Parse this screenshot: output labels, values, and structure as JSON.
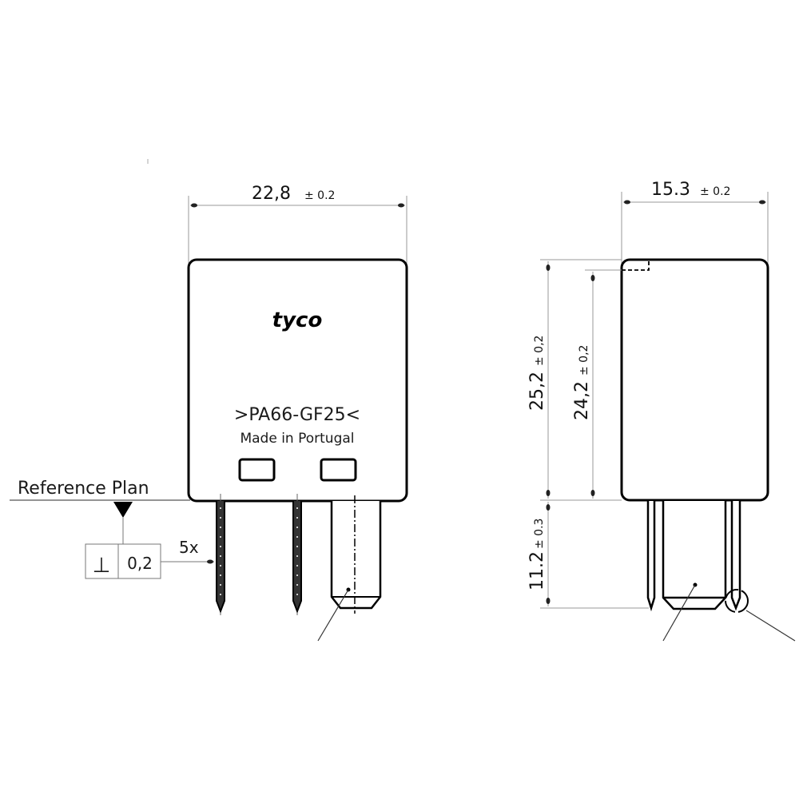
{
  "drawing": {
    "front_view": {
      "width_dimension": {
        "value": "22,8",
        "tolerance": "± 0.2"
      },
      "logo": "tyco",
      "material_marking": ">PA66-GF25<",
      "origin_marking": "Made in Portugal"
    },
    "side_view": {
      "width_dimension": {
        "value": "15.3",
        "tolerance": "± 0.2"
      },
      "height_total": {
        "value": "25,2",
        "tolerance": "± 0,2"
      },
      "height_body": {
        "value": "24,2",
        "tolerance": "± 0,2"
      },
      "pin_length": {
        "value": "11.2",
        "tolerance": "± 0.3"
      }
    },
    "reference": {
      "label": "Reference Plan",
      "pin_count": "5x",
      "tolerance_frame": {
        "symbol": "⊥",
        "value": "0,2"
      }
    }
  }
}
